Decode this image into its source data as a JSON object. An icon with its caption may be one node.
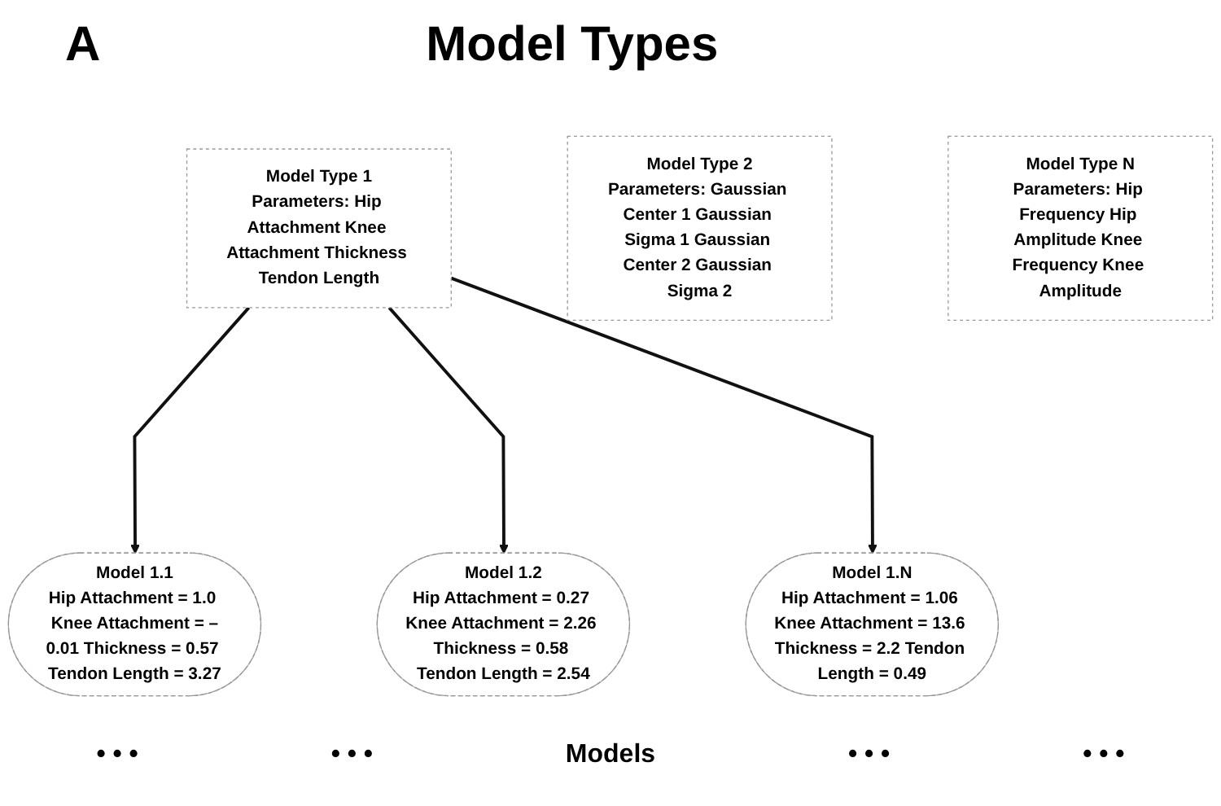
{
  "diagram": {
    "title": "Model Types",
    "nodes": [
      {
        "text": [
          "Model Type 1",
          "Parameters: Hip Attachment Knee Attachment Thickness Tendon Length"
        ]
      },
      {
        "text": [
          "Model Type 2",
          "Parameters: Gaussian Center 1 Gaussian Sigma 1 Gaussian Center 2 Gaussian Sigma 2"
        ]
      },
      {
        "text": [
          "Model Type N",
          "Parameters: Hip Frequency Hip Amplitude Knee Frequency Knee Amplitude"
        ]
      },
      {
        "text": [
          "Model 1.1",
          "Hip Attachment = 1.0 Knee Attachment = –0.01 Thickness = 0.57 Tendon Length = 3.27"
        ]
      },
      {
        "text": [
          "Model 1.2",
          "Hip Attachment = 0.27 Knee Attachment = 2.26 Thickness = 0.58 Tendon Length = 2.54"
        ]
      },
      {
        "text": [
          "Model 1.N",
          "Hip Attachment = 1.06 Knee Attachment = 13.6 Thickness = 2.2 Tendon Length = 0.49"
        ]
      }
    ],
    "edges": [
      {
        "from": 0,
        "to": 3,
        "arrow": "to"
      },
      {
        "from": 0,
        "to": 4,
        "arrow": "to"
      },
      {
        "from": 0,
        "to": 5,
        "arrow": "to"
      }
    ],
    "labels": [
      "A",
      "• • •",
      "• • •",
      "Models",
      "• • •",
      "• • •"
    ]
  }
}
